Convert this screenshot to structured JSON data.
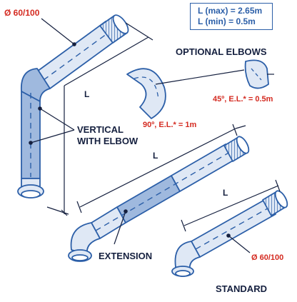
{
  "limits": {
    "max": "L (max) = 2.65m",
    "min": "L (min) = 0.5m"
  },
  "labels": {
    "top_diameter": "Ø 60/100",
    "optional_elbows": "OPTIONAL ELBOWS",
    "elbow_90": "90º, E.L.* = 1m",
    "elbow_45": "45º, E.L.* = 0.5m",
    "vertical_line1": "VERTICAL",
    "vertical_line2": "WITH ELBOW",
    "length_l": "L",
    "extension": "EXTENSION",
    "standard": "STANDARD",
    "bottom_diameter": "Ø 60/100"
  },
  "colors": {
    "accent_red": "#d42a20",
    "pipe_blue": "#2c5fa8",
    "pipe_fill": "#dfe8f5",
    "extension_fill": "#9fb9de",
    "text_dark": "#15203f"
  }
}
